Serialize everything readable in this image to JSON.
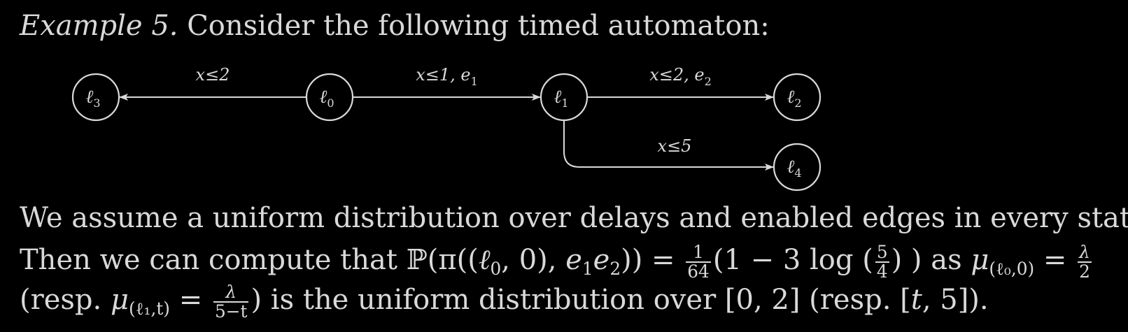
{
  "heading": {
    "example": "Example 5.",
    "text": "Consider the following timed automaton:"
  },
  "automaton": {
    "nodes": [
      {
        "id": "l3",
        "name": "ℓ",
        "sub": "3"
      },
      {
        "id": "l0",
        "name": "ℓ",
        "sub": "0"
      },
      {
        "id": "l1",
        "name": "ℓ",
        "sub": "1"
      },
      {
        "id": "l2",
        "name": "ℓ",
        "sub": "2"
      },
      {
        "id": "l4",
        "name": "ℓ",
        "sub": "4"
      }
    ],
    "edges": [
      {
        "from": "l0",
        "to": "l3",
        "label": "x≤2"
      },
      {
        "from": "l0",
        "to": "l1",
        "label": "x≤1, e",
        "label_sub": "1"
      },
      {
        "from": "l1",
        "to": "l2",
        "label": "x≤2, e",
        "label_sub": "2"
      },
      {
        "from": "l1",
        "to": "l4",
        "label": "x≤5"
      }
    ]
  },
  "paragraph": {
    "line1": "We assume a uniform distribution over delays and enabled edges in every state.",
    "line2": {
      "a": "Then we can compute that ℙ(π((",
      "l": "ℓ",
      "l_sub": "0",
      "b": ", 0), ",
      "e": "e",
      "e1_sub": "1",
      "e2_sub": "2",
      "c": ")) = ",
      "frac_num": "1",
      "frac_den": "64",
      "d": "(1 − 3 log (",
      "frac2_num": "5",
      "frac2_den": "4",
      "e_close": ") )",
      "f": " as ",
      "mu": "μ",
      "mu_sub": "(ℓ₀,0)",
      "g": " = ",
      "frac3_num": "λ",
      "frac3_den": "2"
    },
    "line3": {
      "a": "(resp. ",
      "mu": "μ",
      "mu_sub": "(ℓ₁,t)",
      "b": " = ",
      "frac_num": "λ",
      "frac_den": "5−t",
      "c": ") is the uniform distribution over [0, 2] (resp. [",
      "t": "t",
      "d": ", 5])."
    }
  }
}
